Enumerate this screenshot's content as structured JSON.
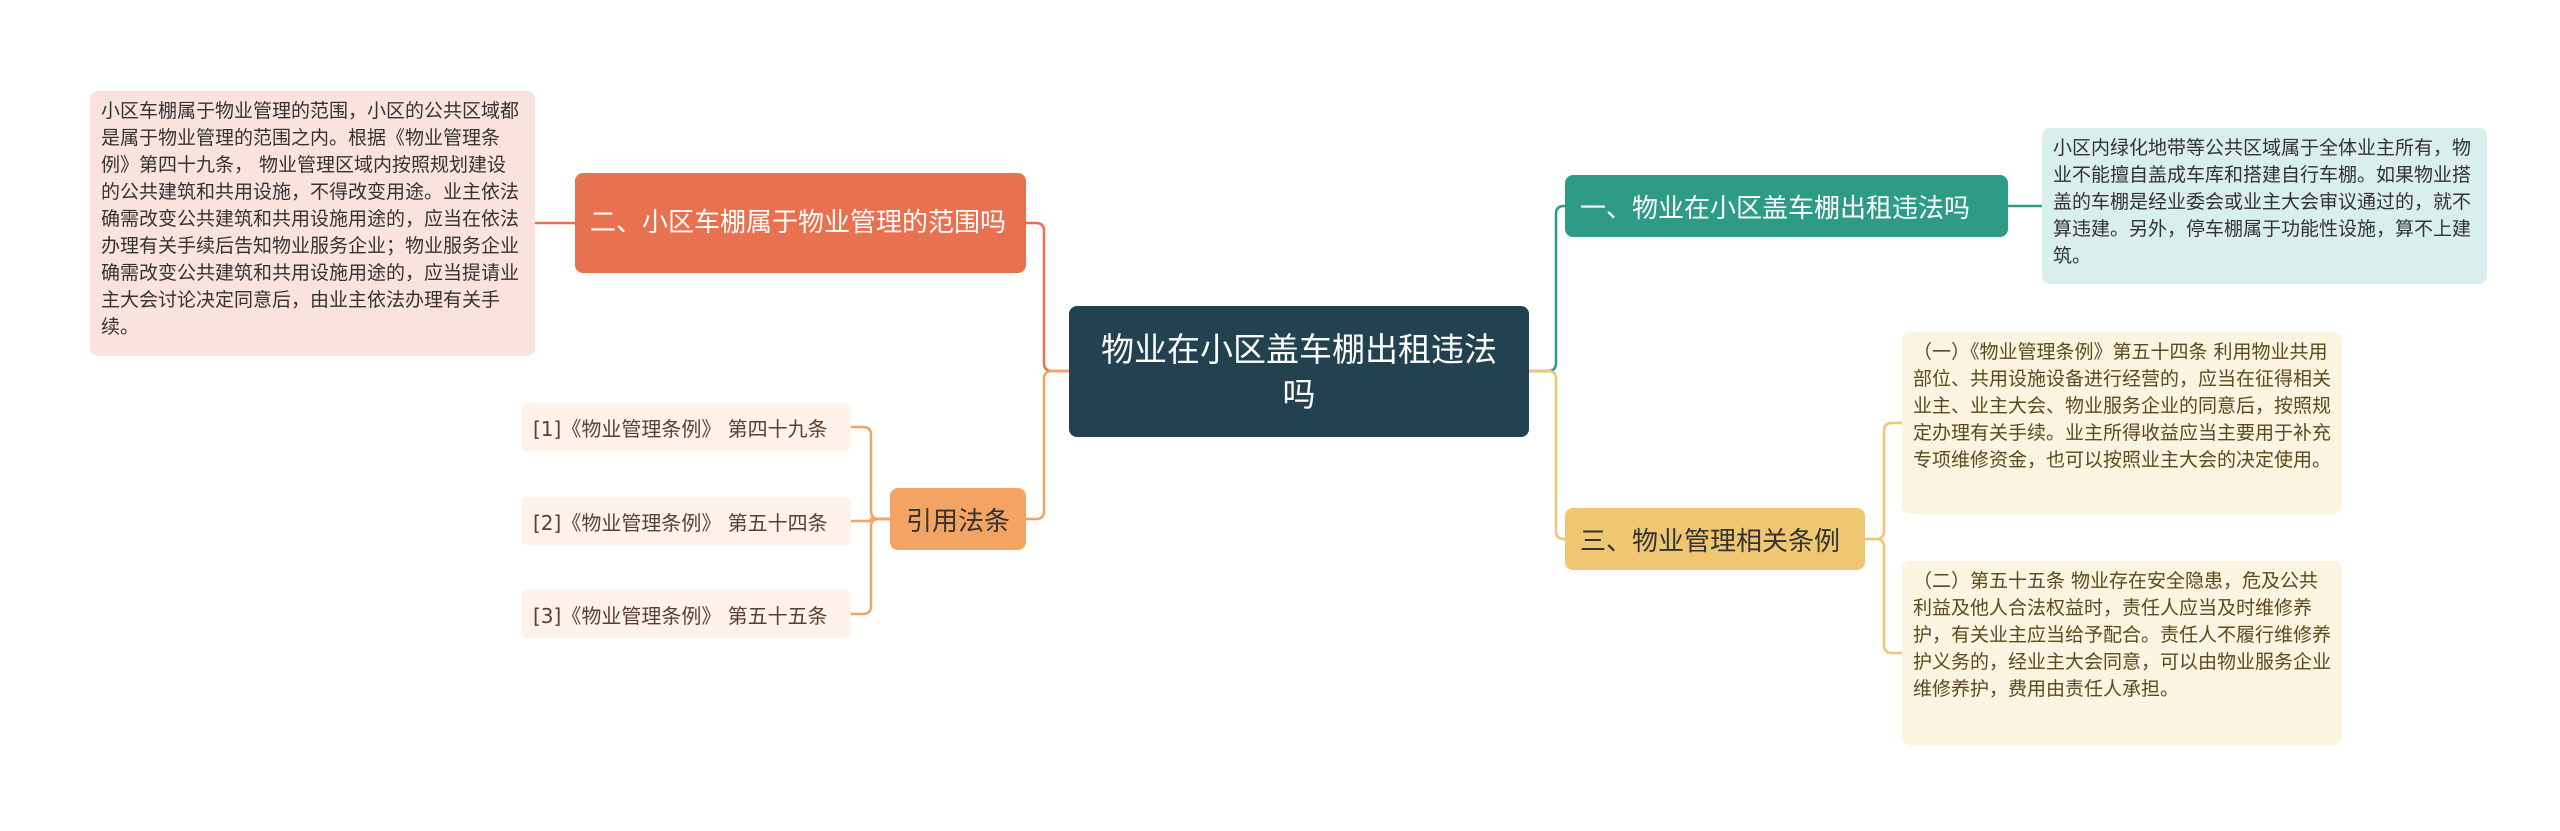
{
  "root": {
    "label": "物业在小区盖车棚出租违法吗"
  },
  "branches": {
    "b1": {
      "label": "一、物业在小区盖车棚出租违法吗",
      "color": "#2e9b87",
      "detail": "小区内绿化地带等公共区域属于全体业主所有，物业不能擅自盖成车库和搭建自行车棚。如果物业搭盖的车棚是经业委会或业主大会审议通过的，就不算违建。另外，停车棚属于功能性设施，算不上建筑。"
    },
    "b2": {
      "label": "三、物业管理相关条例",
      "color": "#efc671",
      "details": [
        "（一）《物业管理条例》第五十四条 利用物业共用部位、共用设施设备进行经营的，应当在征得相关业主、业主大会、物业服务企业的同意后，按照规定办理有关手续。业主所得收益应当主要用于补充专项维修资金，也可以按照业主大会的决定使用。",
        "（二）第五十五条 物业存在安全隐患，危及公共利益及他人合法权益时，责任人应当及时维修养护，有关业主应当给予配合。责任人不履行维修养护义务的，经业主大会同意，可以由物业服务企业维修养护，费用由责任人承担。"
      ]
    },
    "b3": {
      "label": "二、小区车棚属于物业管理的范围吗",
      "color": "#e8714f",
      "detail": "小区车棚属于物业管理的范围，小区的公共区域都是属于物业管理的范围之内。根据《物业管理条例》第四十九条，  物业管理区域内按照规划建设的公共建筑和共用设施，不得改变用途。业主依法确需改变公共建筑和共用设施用途的，应当在依法办理有关手续后告知物业服务企业；物业服务企业确需改变公共建筑和共用设施用途的，应当提请业主大会讨论决定同意后，由业主依法办理有关手续。"
    },
    "b4": {
      "label": "引用法条",
      "color": "#f4a462",
      "refs": [
        "[1]《物业管理条例》 第四十九条",
        "[2]《物业管理条例》 第五十四条",
        "[3]《物业管理条例》 第五十五条"
      ]
    }
  }
}
